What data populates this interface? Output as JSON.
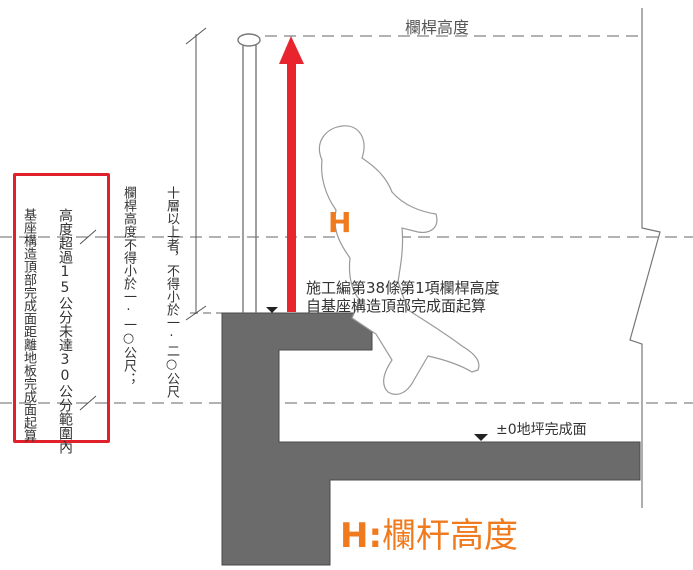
{
  "labels": {
    "railing_height_top": "欄桿高度",
    "h_letter": "H",
    "note_38_line1": "施工編第38條第1項欄桿高度",
    "note_38_line2": "自基座構造頂部完成面起算",
    "floor_finish": "±0地坪完成面",
    "rule_line_a": "欄桿高度不得小於一‧一○公尺；",
    "rule_line_b": "十層以上者，不得小於一‧二○公尺",
    "side_note_line1": "基座構造頂部完成面距離地板完成面起算",
    "side_note_line2": "高度超過15公分未達30公分範圍內",
    "caption_key": "H:",
    "caption_text": "欄杆高度"
  },
  "colors": {
    "arrow": "#e8252e",
    "accent_text": "#f07a1e",
    "highlight_box": "#e0202a",
    "structure_fill": "#6b6b6b",
    "line": "#555555"
  }
}
